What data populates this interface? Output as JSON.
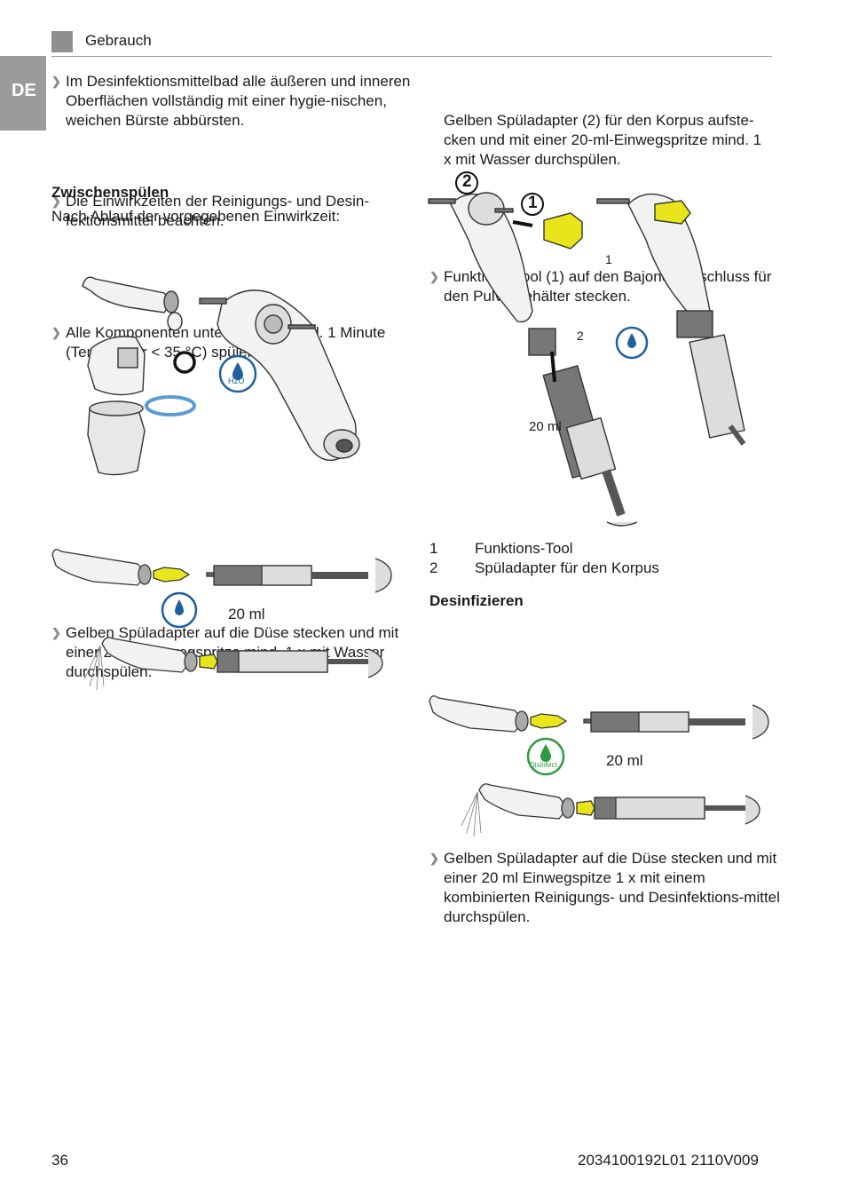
{
  "header": {
    "title": "Gebrauch",
    "lang": "DE"
  },
  "left": {
    "bullets_top": [
      "Im Desinfektionsmittelbad alle äußeren und inneren Oberflächen vollständig mit einer hygie-nischen, weichen Bürste abbürsten.",
      "Die Einwirkzeiten der Reinigungs- und Desin-fektionsmittel beachten."
    ],
    "section_heading": "Zwischenspülen",
    "intro": "Nach Ablauf der vorgegebenen Einwirkzeit:",
    "bullet_rinse": "Alle Komponenten unter Wasser mind. 1 Minute (Temperatur < 35 °C) spülen.",
    "bullet_adapter": "Gelben Spüladapter auf die Düse stecken und mit einer 20-ml-Einwegspritze mind. 1 x mit Wasser durchspülen.",
    "fig_volume": "20 ml",
    "water_icon_text": "H2O"
  },
  "right": {
    "bullet_tool": "Funktions-Tool (1) auf den Bajonettverschluss für den Pulverbehälter stecken.",
    "bullet_tool_2": "Gelben Spüladapter (2) für den Korpus aufste-cken und mit einer 20-ml-Einwegspritze mind. 1 x mit Wasser durchspülen.",
    "fig_callout_1": "1",
    "fig_callout_2": "2",
    "fig_volume": "20 ml",
    "legend": [
      {
        "num": "1",
        "label": "Funktions-Tool"
      },
      {
        "num": "2",
        "label": "Spüladapter für den Korpus"
      }
    ],
    "section_heading": "Desinfizieren",
    "bullet_disinfect": "Gelben Spüladapter auf die Düse stecken und mit einer 20 ml Einwegspitze 1 x mit einem kombinierten Reinigungs- und Desinfektions-mittel durchspülen.",
    "disinfect_icon_text": "Disinfect",
    "fig_volume_2": "20 ml"
  },
  "footer": {
    "page": "36",
    "doc_id": "2034100192L01 2110V009"
  },
  "colors": {
    "adapter_yellow": "#e8e61a",
    "water_blue": "#1f5fa0",
    "disinfect_green": "#2e9a3e",
    "o_ring_blue": "#5b9bd5"
  }
}
